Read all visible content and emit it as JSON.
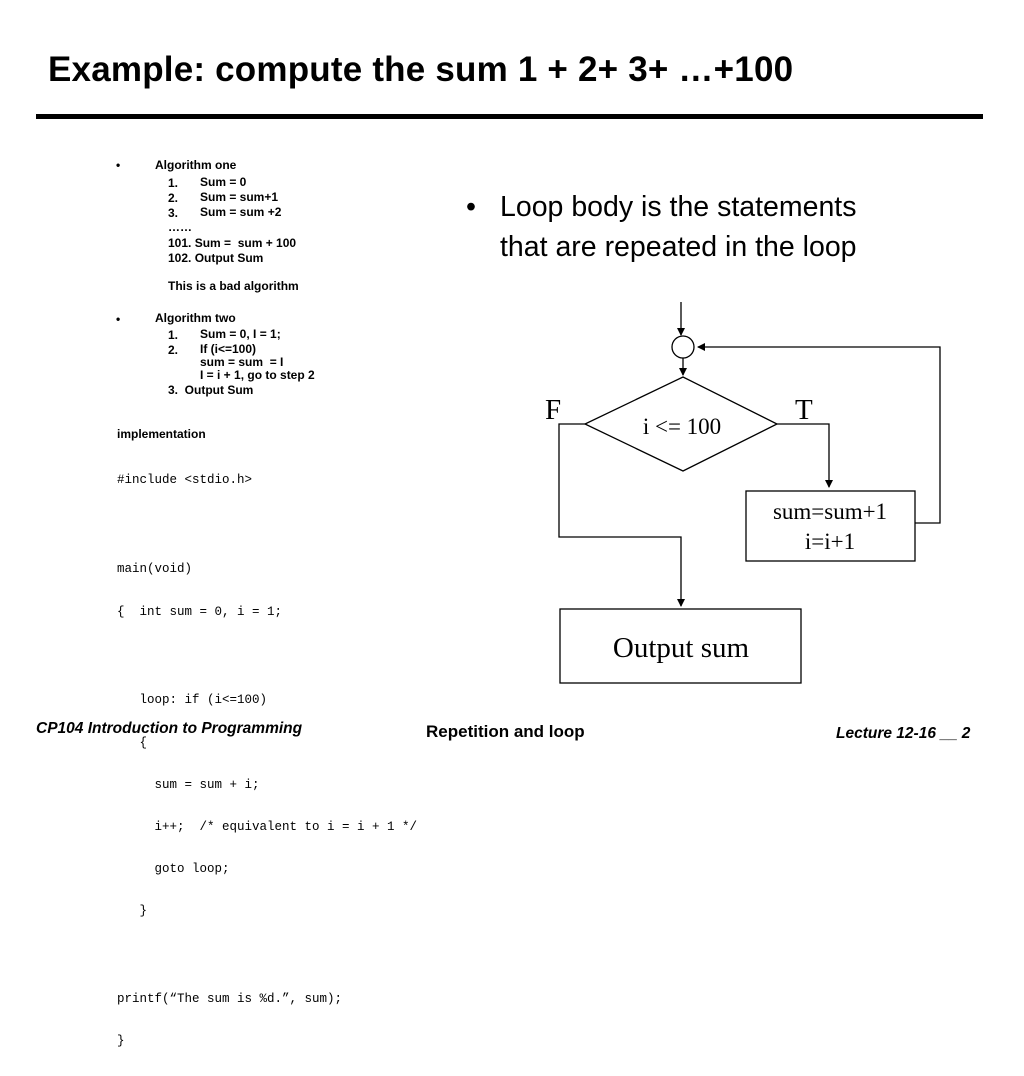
{
  "title": "Example:  compute the sum 1 + 2+ 3+ …+100",
  "algorithm_one": {
    "bullet": "•",
    "heading": "Algorithm one",
    "steps": [
      {
        "num": "1.",
        "text": "Sum = 0"
      },
      {
        "num": "2.",
        "text": "Sum = sum+1"
      },
      {
        "num": "3.",
        "text": "Sum = sum +2"
      }
    ],
    "ellipsis": "……",
    "step101": "101. Sum =  sum + 100",
    "step102": "102. Output Sum",
    "note": "This is a bad algorithm"
  },
  "algorithm_two": {
    "bullet": "•",
    "heading": "Algorithm two",
    "step1_num": "1.",
    "step1_text": "Sum = 0, I = 1;",
    "step2_num": "2.",
    "step2_lines": [
      "If (i<=100)",
      "sum = sum  = I",
      "I = i + 1, go to step 2"
    ],
    "step3": "3.  Output Sum"
  },
  "implementation": {
    "heading": "implementation",
    "code_lines": [
      "#include <stdio.h>",
      "",
      "main(void)",
      "{  int sum = 0, i = 1;",
      "",
      "   loop: if (i<=100)",
      "   {",
      "     sum = sum + i;",
      "     i++;  /* equivalent to i = i + 1 */",
      "     goto loop;",
      "   }",
      "",
      "printf(“The sum is %d.”, sum);",
      "}"
    ]
  },
  "right_bullet": {
    "bullet": "•",
    "lines": [
      "Loop body is the statements",
      "that are repeated in the loop"
    ]
  },
  "flowchart": {
    "condition": "i <= 100",
    "false_label": "F",
    "true_label": "T",
    "body_lines": [
      "sum=sum+1",
      "i=i+1"
    ],
    "output": "Output sum"
  },
  "footer": {
    "left": "CP104  Introduction to Programming",
    "center": "Repetition and loop",
    "right": "Lecture 12-16 __  2"
  }
}
